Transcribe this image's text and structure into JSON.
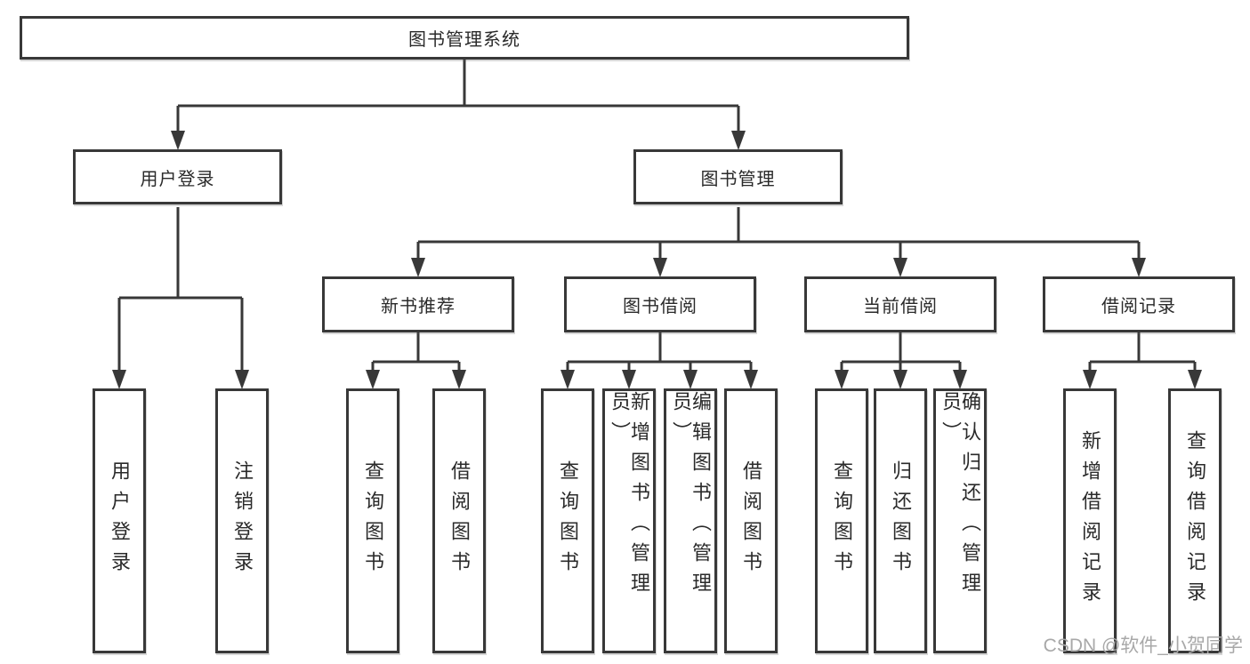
{
  "diagram_type": "hierarchy-chart",
  "colors": {
    "line": "#383838",
    "box_border": "#383838",
    "box_fill": "#ffffff",
    "text": "#2a2a2a",
    "watermark": "#a8a8a8",
    "background": "#ffffff"
  },
  "tree": {
    "root": {
      "label": "图书管理系统"
    },
    "branches": [
      {
        "label": "用户登录",
        "leaves": [
          {
            "label": "用户登录"
          },
          {
            "label": "注销登录"
          }
        ]
      },
      {
        "label": "图书管理",
        "groups": [
          {
            "label": "新书推荐",
            "leaves": [
              {
                "label": "查询图书"
              },
              {
                "label": "借阅图书"
              }
            ]
          },
          {
            "label": "图书借阅",
            "leaves": [
              {
                "label": "查询图书"
              },
              {
                "label": "新增图书（管理员）"
              },
              {
                "label": "编辑图书（管理员）"
              },
              {
                "label": "借阅图书"
              }
            ]
          },
          {
            "label": "当前借阅",
            "leaves": [
              {
                "label": "查询图书"
              },
              {
                "label": "归还图书"
              },
              {
                "label": "确认归还（管理员）"
              }
            ]
          },
          {
            "label": "借阅记录",
            "leaves": [
              {
                "label": "新增借阅记录"
              },
              {
                "label": "查询借阅记录"
              }
            ]
          }
        ]
      }
    ]
  },
  "watermark": {
    "text": "CSDN @软件_小贺同学"
  }
}
